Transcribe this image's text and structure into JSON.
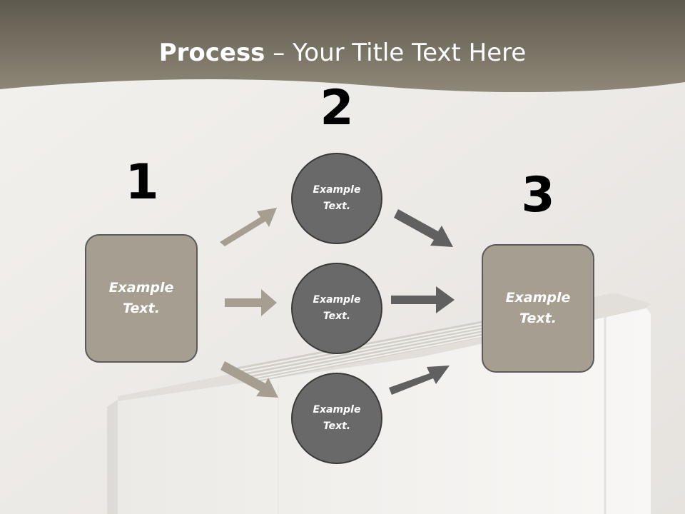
{
  "slide": {
    "title_bold": "Process",
    "title_rest": " – Your Title Text Here"
  },
  "steps": {
    "n1": "1",
    "n2": "2",
    "n3": "3"
  },
  "left_box": {
    "text": "Example\nText."
  },
  "right_box": {
    "text": "Example\nText."
  },
  "circles": [
    {
      "text": "Example\nText."
    },
    {
      "text": "Example\nText."
    },
    {
      "text": "Example\nText."
    }
  ],
  "colors": {
    "header": "#8a8373",
    "box_fill": "#a69f91",
    "circle_fill": "#696969",
    "arrow_light": "#a69f91",
    "arrow_dark": "#606060"
  }
}
